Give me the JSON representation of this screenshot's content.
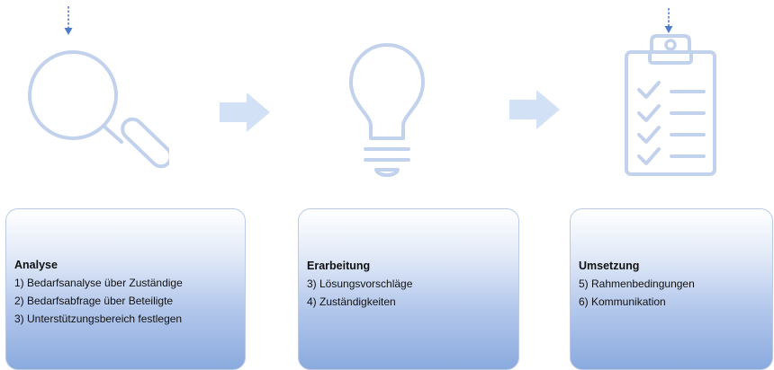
{
  "steps": [
    {
      "icon": "magnifier-icon",
      "title": "Analyse",
      "items": [
        "1) Bedarfsanalyse über Zuständige",
        "2) Bedarfsabfrage über Beteiligte",
        "3) Unterstützungsbereich festlegen"
      ]
    },
    {
      "icon": "lightbulb-icon",
      "title": "Erarbeitung",
      "items": [
        "3) Lösungsvorschläge",
        "4) Zuständigkeiten"
      ]
    },
    {
      "icon": "clipboard-checklist-icon",
      "title": "Umsetzung",
      "items": [
        "5) Rahmenbedingungen",
        "6) Kommunikation"
      ]
    }
  ],
  "colors": {
    "icon_stroke": "#c3d2ec",
    "arrow": "#d3e1f6",
    "dashed_arrow": "#4f7cc8",
    "card_border": "#b9cae6",
    "card_gradient_bottom": "#8aaade"
  }
}
